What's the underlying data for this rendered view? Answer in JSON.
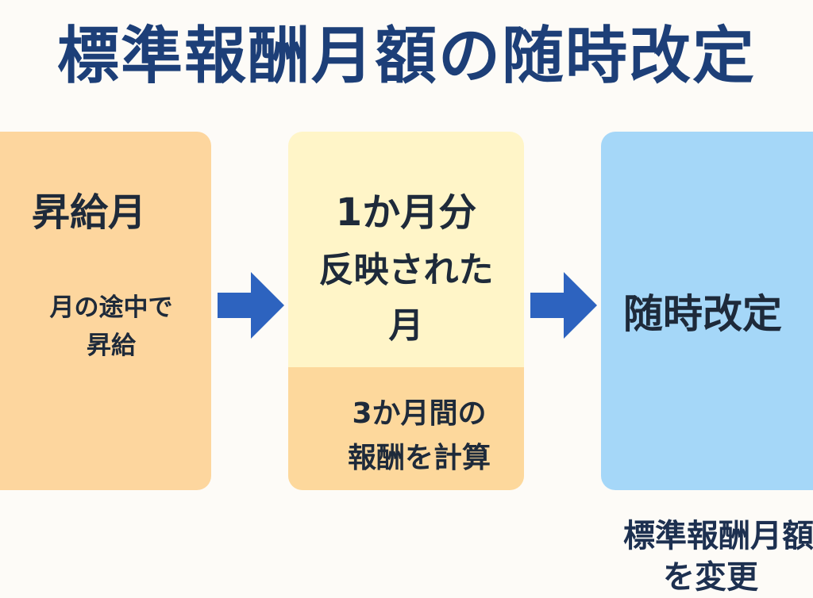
{
  "title": "標準報酬月額の随時改定",
  "steps": [
    {
      "heading": "昇給月",
      "body": [
        "月の途中で",
        "昇給"
      ]
    },
    {
      "heading": "1か月分",
      "body": [
        "反映された",
        "月"
      ],
      "sub": [
        "3か月間の",
        "報酬を計算"
      ]
    },
    {
      "heading": "随時改定"
    }
  ],
  "footer": [
    "標準報酬月額",
    "を変更"
  ],
  "colors": {
    "title": "#1d3f78",
    "arrow": "#2d63bf",
    "step1": "#fdd69e",
    "step2": "#fff5c8",
    "step3": "#a5d7f8"
  }
}
